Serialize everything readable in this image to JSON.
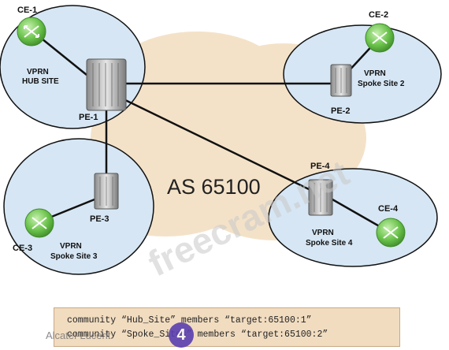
{
  "network": {
    "as_label": "AS 65100",
    "sites": {
      "hub": {
        "ce": "CE-1",
        "pe": "PE-1",
        "site_line1": "VPRN",
        "site_line2": "HUB SITE"
      },
      "spoke2": {
        "ce": "CE-2",
        "pe": "PE-2",
        "site_line1": "VPRN",
        "site_line2": "Spoke Site 2"
      },
      "spoke3": {
        "ce": "CE-3",
        "pe": "PE-3",
        "site_line1": "VPRN",
        "site_line2": "Spoke Site 3"
      },
      "spoke4": {
        "ce": "CE-4",
        "pe": "PE-4",
        "site_line1": "VPRN",
        "site_line2": "Spoke Site 4"
      }
    },
    "colors": {
      "site_fill": "#d6e6f4",
      "cloud_fill": "#f4e2c8",
      "ce_green": "#69c24a",
      "router_gray": "#b4b4b4",
      "link": "#111111"
    }
  },
  "config_box": {
    "line1": "community “Hub_Site” members “target:65100:1”",
    "line2": "community “Spoke_Sites” members “target:65100:2”"
  },
  "watermark": "freecram.net",
  "footer": {
    "text": "Alcatel-Lucent",
    "badge": "4"
  }
}
